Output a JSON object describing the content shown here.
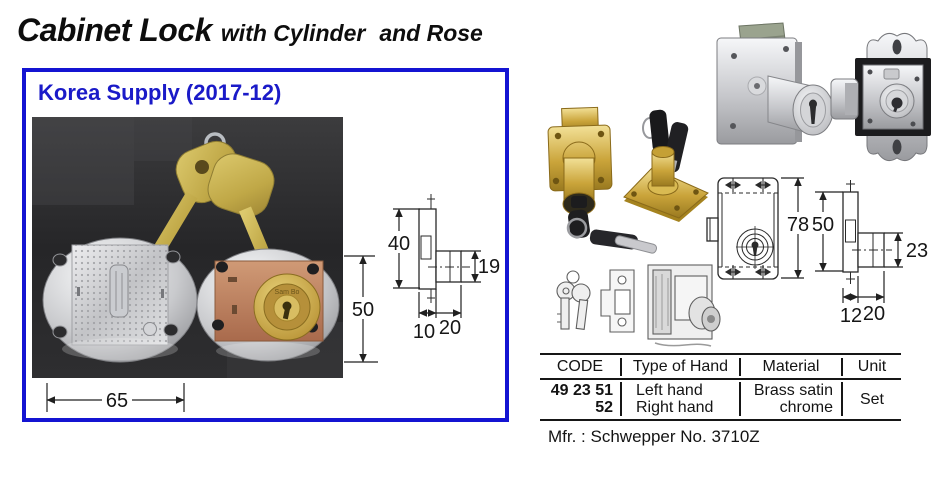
{
  "title": {
    "main": "Cabinet Lock",
    "with_cylinder": "with Cylinder",
    "and_rose": "and Rose"
  },
  "supplier": {
    "label": "Korea Supply (2017-12)"
  },
  "colors": {
    "accent_blue": "#1414d2",
    "blue_text": "#1a1ac8",
    "table_line": "#161616"
  },
  "brand_stamp": "Sam Bo",
  "dims_left": {
    "body_height": "40",
    "cyl_height": "19",
    "body_depth": "10",
    "cyl_depth": "20",
    "photo_height": "50",
    "photo_width": "65"
  },
  "dims_right": {
    "overall_height": "78",
    "body_height": "50",
    "cyl_height": "23",
    "body_depth": "12",
    "cyl_depth": "20"
  },
  "table": {
    "headers": [
      "CODE",
      "Type of Hand",
      "Material",
      "Unit"
    ],
    "row": {
      "code1": "49 23 51",
      "code2": "52",
      "hand1": "Left hand",
      "hand2": "Right hand",
      "mat1": "Brass satin",
      "mat2": "chrome",
      "unit": "Set"
    }
  },
  "footer": {
    "mfr": "Mfr. : Schwepper No. 3710Z"
  }
}
